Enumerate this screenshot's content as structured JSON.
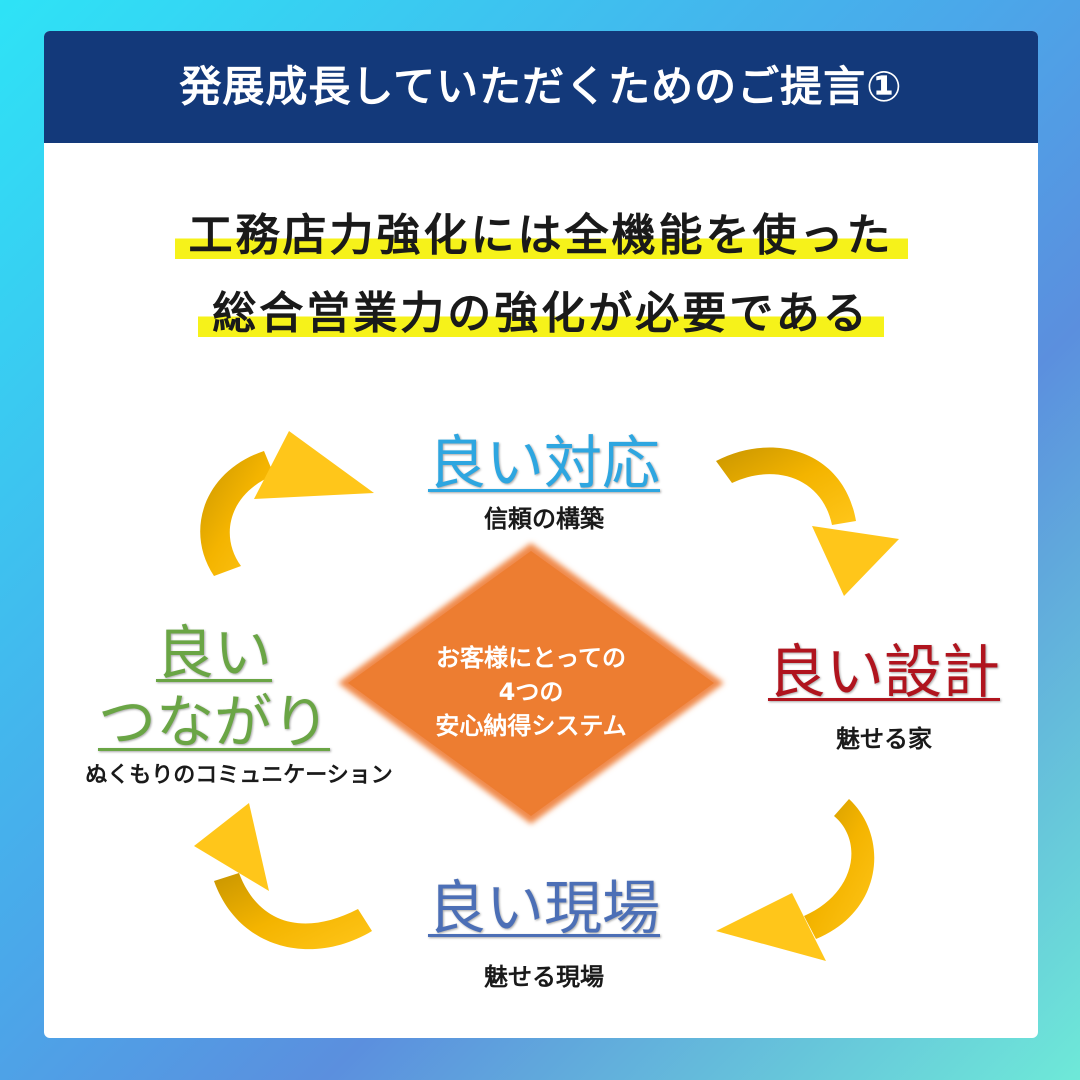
{
  "header": {
    "title": "発展成長していただくためのご提言①"
  },
  "headline": {
    "line1": "工務店力強化には全機能を使った",
    "line2": "総合営業力の強化が必要である"
  },
  "center": {
    "line1": "お客様にとっての",
    "line2": "4つの",
    "line3": "安心納得システム"
  },
  "cycle": {
    "top": {
      "title": "良い対応",
      "subtitle": "信頼の構築"
    },
    "right": {
      "title": "良い設計",
      "subtitle": "魅せる家"
    },
    "bottom": {
      "title": "良い現場",
      "subtitle": "魅せる現場"
    },
    "left": {
      "title_line1": "良い",
      "title_line2": "つながり",
      "subtitle": "ぬくもりのコミュニケーション"
    }
  },
  "colors": {
    "header_bg": "#13397a",
    "highlight": "#f6f21a",
    "diamond": "#ed7d31",
    "arrow": "#f4b400",
    "top_title": "#2ea6e0",
    "right_title": "#b0141e",
    "bottom_title": "#4c6fb6",
    "left_title": "#6aa545"
  },
  "icons": [
    "curved-arrow-icon"
  ]
}
